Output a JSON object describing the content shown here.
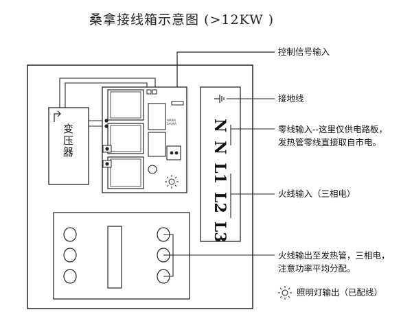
{
  "title": "桑拿接线箱示意图 (>12KW )",
  "transformer_label": "变压器",
  "terminal_labels": [
    "N",
    "N",
    "L1",
    "L2",
    "L3"
  ],
  "terminal_chip_labels": [
    "WARM",
    "SAUNA"
  ],
  "callouts": {
    "control_signal": "控制信号输入",
    "ground": "接地线",
    "neutral_line1": "零线输入--这里仅供电路板，",
    "neutral_line2": "发热管零线直接取自市电。",
    "live": "火线输入（三相电）",
    "heater_line1": "火线输出至发热管，三相电，",
    "heater_line2": "注意功率平均分配。",
    "lighting": "照明灯输出（已配线）"
  }
}
